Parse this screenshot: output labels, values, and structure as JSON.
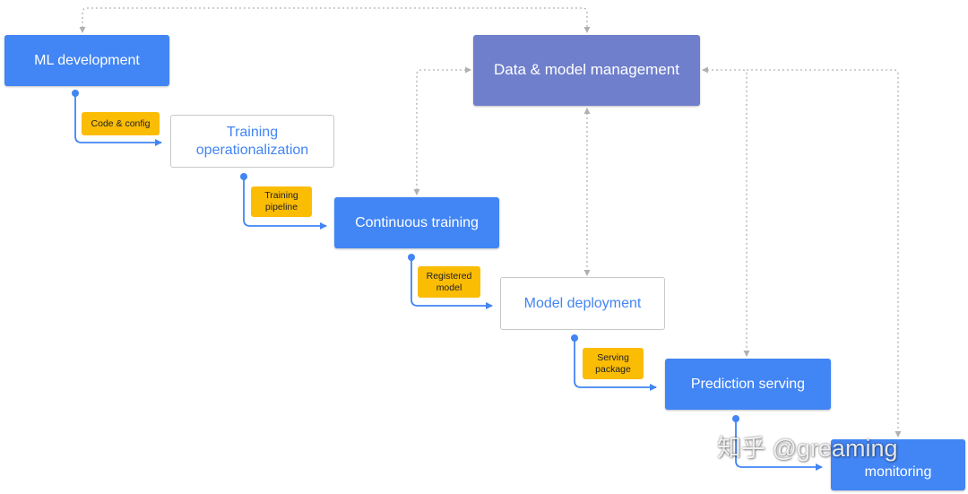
{
  "boxes": {
    "ml_development": "ML development",
    "training_operationalization": "Training operationalization",
    "continuous_training": "Continuous training",
    "model_deployment": "Model deployment",
    "prediction_serving": "Prediction serving",
    "continuous_monitoring": "monitoring",
    "data_model_management": "Data & model management"
  },
  "artifacts": {
    "code_config": "Code & config",
    "training_pipeline": "Training\npipeline",
    "registered_model": "Registered\nmodel",
    "serving_package": "Serving\npackage"
  },
  "watermark": "知乎 @greaming",
  "colors": {
    "stage_blue": "#4285f4",
    "management_purple": "#6f7fcc",
    "artifact_yellow": "#fbbc04",
    "dotted_line_grey": "#b0b0b0"
  }
}
